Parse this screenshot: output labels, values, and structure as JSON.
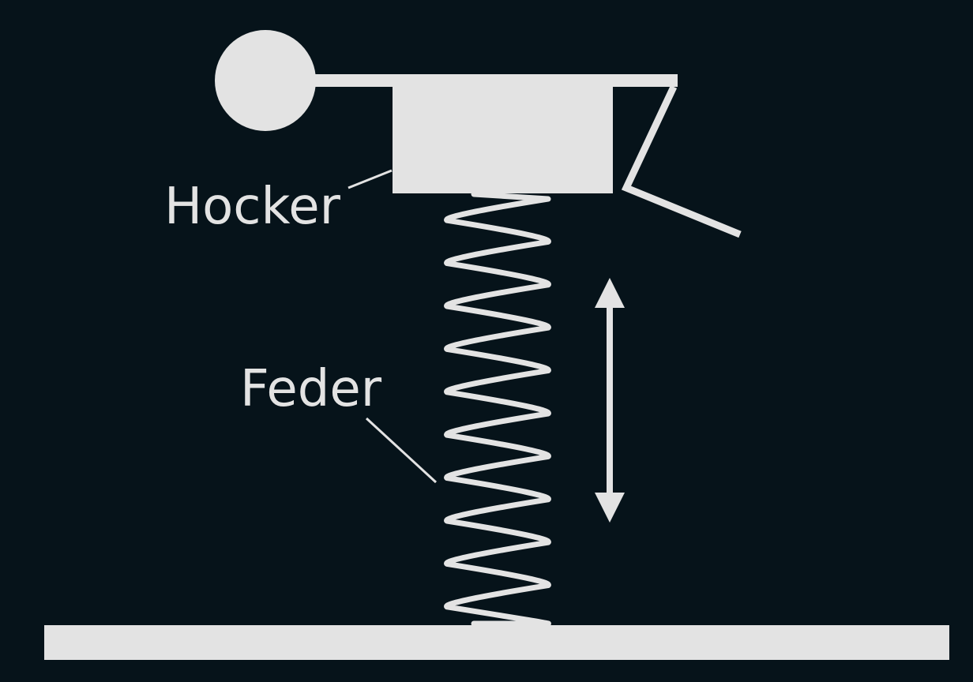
{
  "colors": {
    "background": "#06131a",
    "foreground": "#e3e3e3"
  },
  "labels": {
    "stool": "Hocker",
    "spring": "Feder"
  },
  "icons": {
    "motion": "double-arrow-vertical-icon"
  },
  "spring": {
    "coils": 10
  }
}
